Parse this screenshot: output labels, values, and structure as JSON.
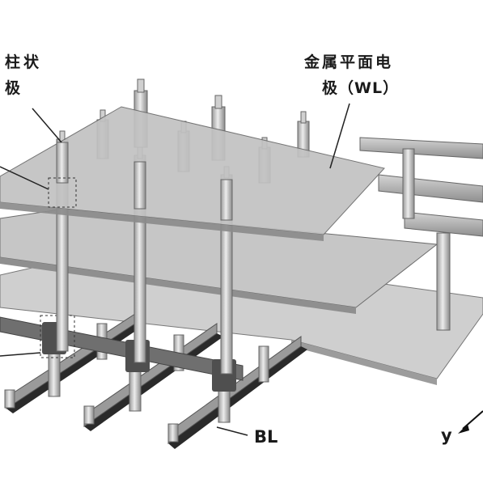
{
  "labels": {
    "pillar_line1": "柱状",
    "pillar_line2": "极",
    "wl_line1": "金属平面电",
    "wl_line2": "极（WL）",
    "bl": "BL",
    "axis_y": "y"
  },
  "colors": {
    "plate_fill": "#c9c9c9",
    "plate_edge": "#6f6f6f",
    "pillar_light": "#e6e6e6",
    "pillar_dark": "#8a8a8a",
    "bar_fill": "#b3b3b3",
    "bitline": "#2a2a2a",
    "ink": "#1a1a1a"
  }
}
